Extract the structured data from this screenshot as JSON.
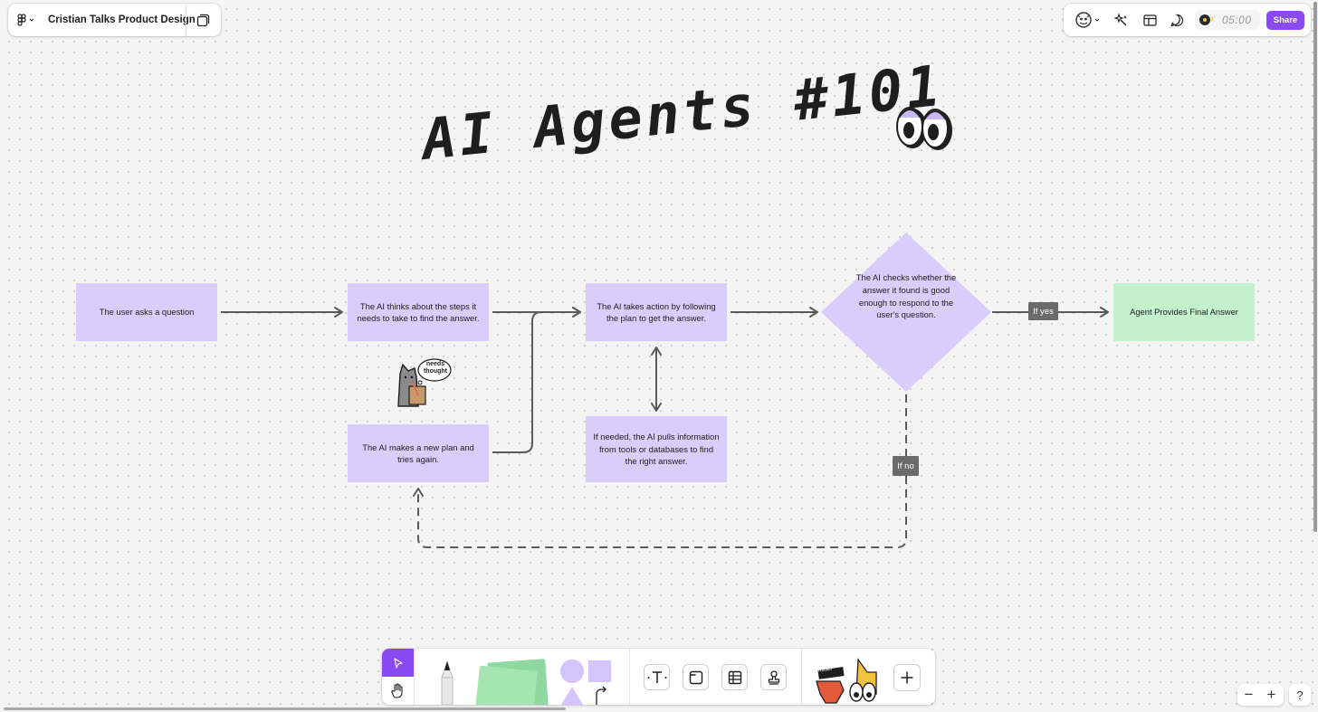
{
  "app": {
    "file_name": "Cristian Talks Product Design",
    "timer": "05:00",
    "share_label": "Share"
  },
  "icons": [
    "figma-logo-icon",
    "pages-icon",
    "avatar-icon",
    "ai-sparkle-icon",
    "layout-icon",
    "comment-icon",
    "timer-icon"
  ],
  "canvas": {
    "title": "AI Agents #101",
    "sticker_needs_thought": "needs thought",
    "boxes": {
      "user_question": "The user asks a question",
      "ai_thinks": "The AI thinks about the steps it needs to take to find the answer.",
      "ai_takes_action": "The AI takes action by following the plan to get the answer.",
      "ai_checks": "The AI checks whether the answer it found is good enough to respond to the user's question.",
      "final_answer": "Agent Provides Final Answer",
      "new_plan": "The AI makes a new plan and tries again.",
      "pulls_info": "If needed, the AI pulls information from tools or databases to find the right answer."
    },
    "labels": {
      "if_yes": "If yes",
      "if_no": "If no"
    }
  },
  "colors": {
    "box_purple": "#d8cdfb",
    "box_green": "#c3f0cd",
    "accent": "#8a4af3",
    "connector": "#5a5a5a",
    "tag_bg": "#6b6b6b"
  },
  "toolbar": {
    "tools": [
      "move",
      "hand",
      "marker",
      "sticky-note",
      "shapes",
      "connector",
      "text",
      "section",
      "table",
      "stamp",
      "stickers",
      "more"
    ],
    "sticker_label": "Rockin'"
  },
  "zoom": {
    "minus": "−",
    "plus": "+",
    "help": "?"
  }
}
